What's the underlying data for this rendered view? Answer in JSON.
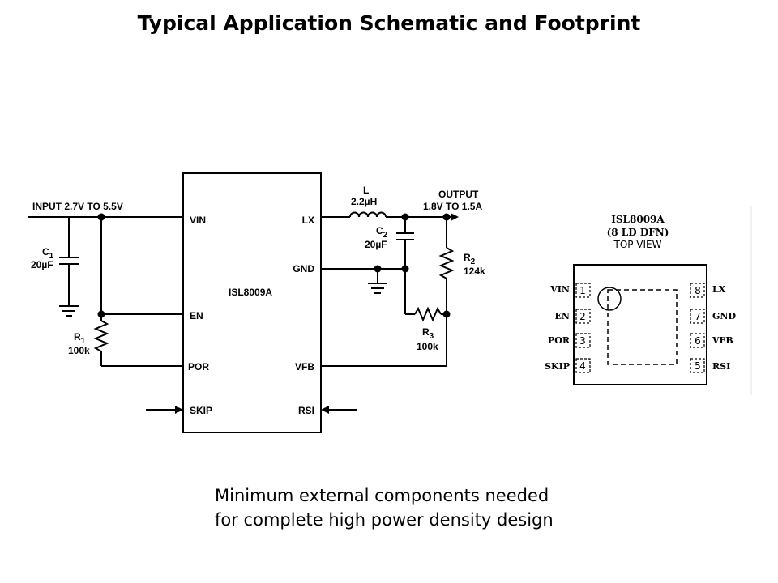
{
  "title": "Typical Application Schematic and Footprint",
  "schematic": {
    "ic_name": "ISL8009A",
    "input_label": "INPUT 2.7V TO 5.5V",
    "output_label": [
      "OUTPUT",
      "1.8V TO 1.5A"
    ],
    "pins_left": [
      "VIN",
      "EN",
      "POR",
      "SKIP"
    ],
    "pins_right": [
      "LX",
      "GND",
      "VFB",
      "RSI"
    ],
    "components": {
      "C1": {
        "name": "C",
        "sub": "1",
        "value": "20µF"
      },
      "C2": {
        "name": "C",
        "sub": "2",
        "value": "20µF"
      },
      "L": {
        "name": "L",
        "value": "2.2µH"
      },
      "R1": {
        "name": "R",
        "sub": "1",
        "value": "100k"
      },
      "R2": {
        "name": "R",
        "sub": "2",
        "value": "124k"
      },
      "R3": {
        "name": "R",
        "sub": "3",
        "value": "100k"
      }
    }
  },
  "footprint": {
    "part": "ISL8009A",
    "package": "(8 LD DFN)",
    "view": "TOP VIEW",
    "left_pins": [
      {
        "name": "VIN",
        "num": "1"
      },
      {
        "name": "EN",
        "num": "2"
      },
      {
        "name": "POR",
        "num": "3"
      },
      {
        "name": "SKIP",
        "num": "4"
      }
    ],
    "right_pins": [
      {
        "name": "LX",
        "num": "8"
      },
      {
        "name": "GND",
        "num": "7"
      },
      {
        "name": "VFB",
        "num": "6"
      },
      {
        "name": "RSI",
        "num": "5"
      }
    ]
  },
  "caption": [
    "Minimum external components needed",
    "for complete high power density design"
  ]
}
